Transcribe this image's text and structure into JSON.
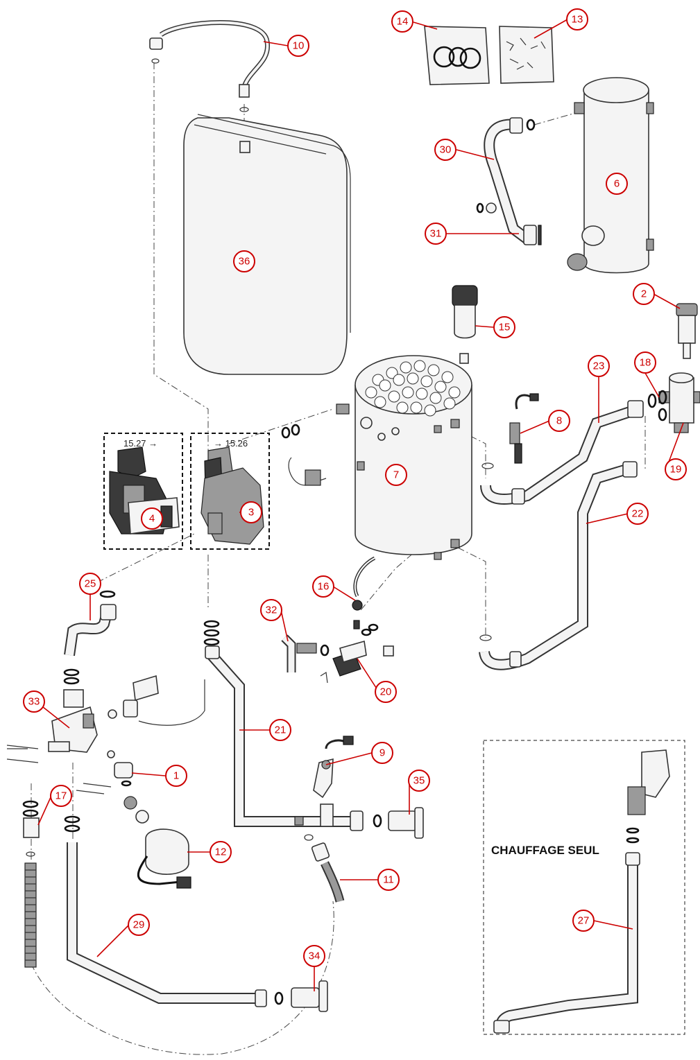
{
  "panel_label": "CHAUFFAGE SEUL",
  "ref_labels": {
    "left_box": "15.27 →",
    "right_box": "→ 15.26"
  },
  "accent_color": "#cc0000",
  "callouts": [
    "1",
    "2",
    "3",
    "4",
    "6",
    "7",
    "8",
    "9",
    "10",
    "11",
    "12",
    "13",
    "14",
    "15",
    "16",
    "17",
    "18",
    "19",
    "20",
    "21",
    "22",
    "23",
    "25",
    "27",
    "29",
    "30",
    "31",
    "32",
    "33",
    "34",
    "35",
    "36"
  ]
}
